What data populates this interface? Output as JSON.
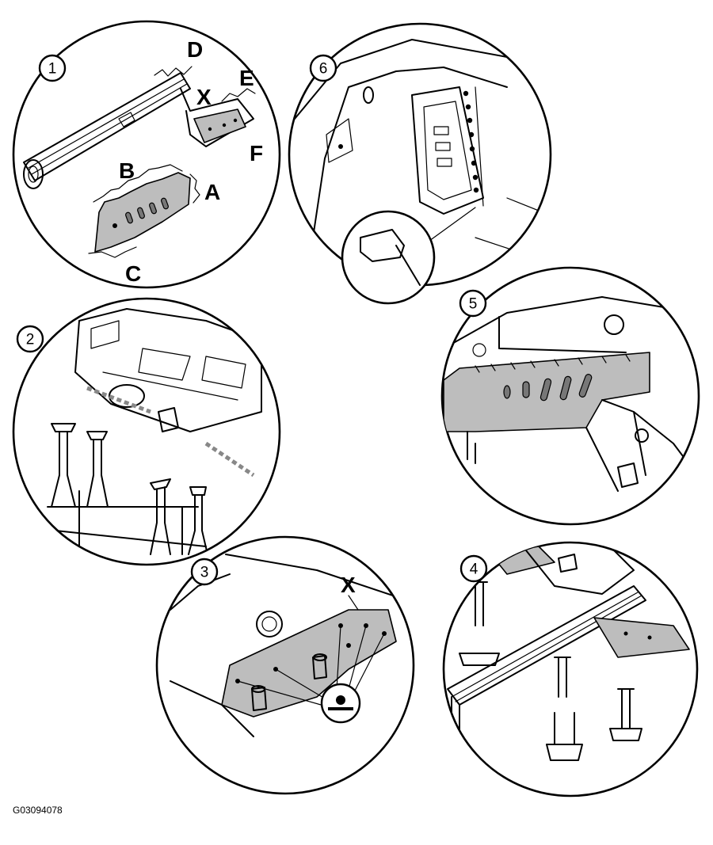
{
  "figure_ref": "G03094078",
  "steps": [
    {
      "number": "1",
      "callouts": [
        "D",
        "X",
        "E",
        "F",
        "B",
        "A",
        "C"
      ]
    },
    {
      "number": "2",
      "callouts": []
    },
    {
      "number": "3",
      "callouts": [
        "X"
      ]
    },
    {
      "number": "4",
      "callouts": []
    },
    {
      "number": "5",
      "callouts": []
    },
    {
      "number": "6",
      "callouts": []
    }
  ],
  "colors": {
    "line": "#000000",
    "part_fill": "#bdbdbd",
    "background": "#ffffff"
  },
  "icons": [
    "spot-weld-symbol-icon"
  ]
}
